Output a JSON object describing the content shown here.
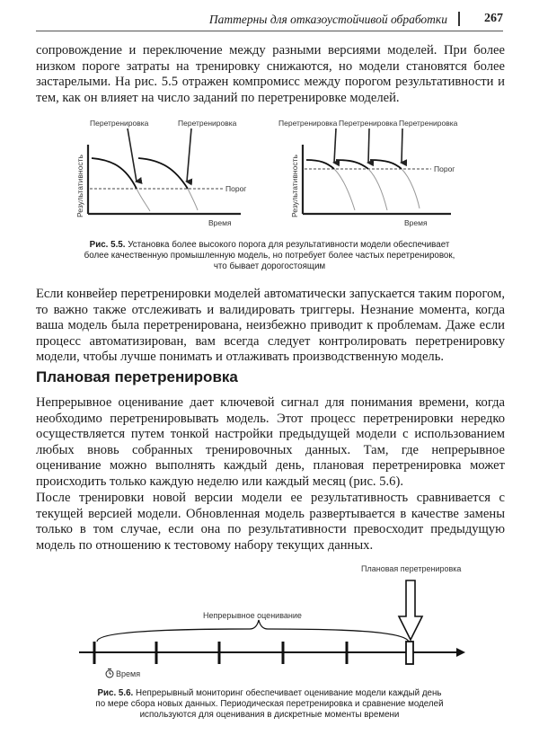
{
  "header": {
    "running_title": "Паттерны для отказоустойчивой обработки",
    "page_number": "267"
  },
  "paragraphs": {
    "p1": "сопровождение и переключение между разными версиями моделей. При более низком пороге затраты на тренировку снижаются, но модели становятся более застарелыми. На рис. 5.5 отражен компромисс между порогом результативности и тем, как он влияет на число заданий по перетренировке моделей.",
    "p2": "Если конвейер перетренировки моделей автоматически запускается таким порогом, то важно также отслеживать и валидировать триггеры. Незнание момента, когда ваша модель была перетренирована, неизбежно приводит к проблемам. Даже если процесс автоматизирован, вам всегда следует контролировать перетренировку модели, чтобы лучше понимать и отлаживать производственную модель.",
    "p3": "Непрерывное оценивание дает ключевой сигнал для понимания времени, когда необходимо перетренировывать модель. Этот процесс перетренировки нередко осуществляется путем тонкой настройки предыдущей модели с использованием любых вновь собранных тренировочных данных. Там, где непрерывное оценивание можно выполнять каждый день, плановая перетренировка может происходить только каждую неделю или каждый месяц (рис. 5.6).",
    "p4": "После тренировки новой версии модели ее результативность сравнивается с текущей версией модели. Обновленная модель развертывается в качестве замены только в том случае, если она по результативности превосходит предыдущую модель по отношению к тестовому набору текущих данных."
  },
  "section_heading": "Плановая перетренировка",
  "figure_5_5": {
    "left": {
      "retrain_label_1": "Перетренировка",
      "retrain_label_2": "Перетренировка",
      "y_label": "Результативность",
      "x_label": "Время",
      "threshold_label": "Порог"
    },
    "right": {
      "retrain_label_1": "Перетренировка",
      "retrain_label_2": "Перетренировка",
      "retrain_label_3": "Перетренировка",
      "y_label": "Результативность",
      "x_label": "Время",
      "threshold_label": "Порог"
    },
    "caption_label": "Рис. 5.5.",
    "caption_line1": "Установка более высокого порога для результативности модели обеспечивает",
    "caption_line2": "более качественную промышленную модель, но потребует более частых перетренировок,",
    "caption_line3": "что бывает дорогостоящим"
  },
  "figure_5_6": {
    "scheduled_label": "Плановая перетренировка",
    "continuous_label": "Непрерывное оценивание",
    "time_label": "Время",
    "caption_label": "Рис. 5.6.",
    "caption_line1": "Непрерывный мониторинг обеспечивает оценивание модели каждый день",
    "caption_line2": "по мере сбора новых данных. Периодическая перетренировка и сравнение моделей",
    "caption_line3": "используются для оценивания в дискретные моменты времени"
  }
}
